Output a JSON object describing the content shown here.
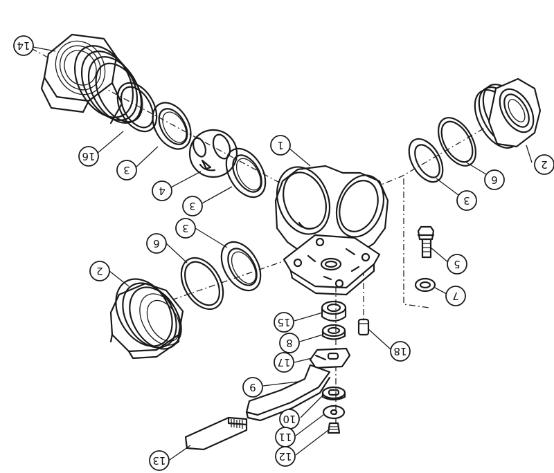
{
  "callouts": [
    {
      "id": "callout-1",
      "label": "1"
    },
    {
      "id": "callout-2-right",
      "label": "2"
    },
    {
      "id": "callout-2-left",
      "label": "2"
    },
    {
      "id": "callout-3-a",
      "label": "3"
    },
    {
      "id": "callout-3-b",
      "label": "3"
    },
    {
      "id": "callout-3-c",
      "label": "3"
    },
    {
      "id": "callout-3-d",
      "label": "3"
    },
    {
      "id": "callout-4",
      "label": "4"
    },
    {
      "id": "callout-5",
      "label": "5"
    },
    {
      "id": "callout-6-right",
      "label": "6"
    },
    {
      "id": "callout-6-left",
      "label": "6"
    },
    {
      "id": "callout-7",
      "label": "7"
    },
    {
      "id": "callout-8",
      "label": "8"
    },
    {
      "id": "callout-9",
      "label": "9"
    },
    {
      "id": "callout-10",
      "label": "10"
    },
    {
      "id": "callout-11",
      "label": "11"
    },
    {
      "id": "callout-12",
      "label": "12"
    },
    {
      "id": "callout-13",
      "label": "13"
    },
    {
      "id": "callout-14",
      "label": "14"
    },
    {
      "id": "callout-15",
      "label": "15"
    },
    {
      "id": "callout-16",
      "label": "16"
    },
    {
      "id": "callout-17",
      "label": "17"
    },
    {
      "id": "callout-18",
      "label": "18"
    }
  ]
}
